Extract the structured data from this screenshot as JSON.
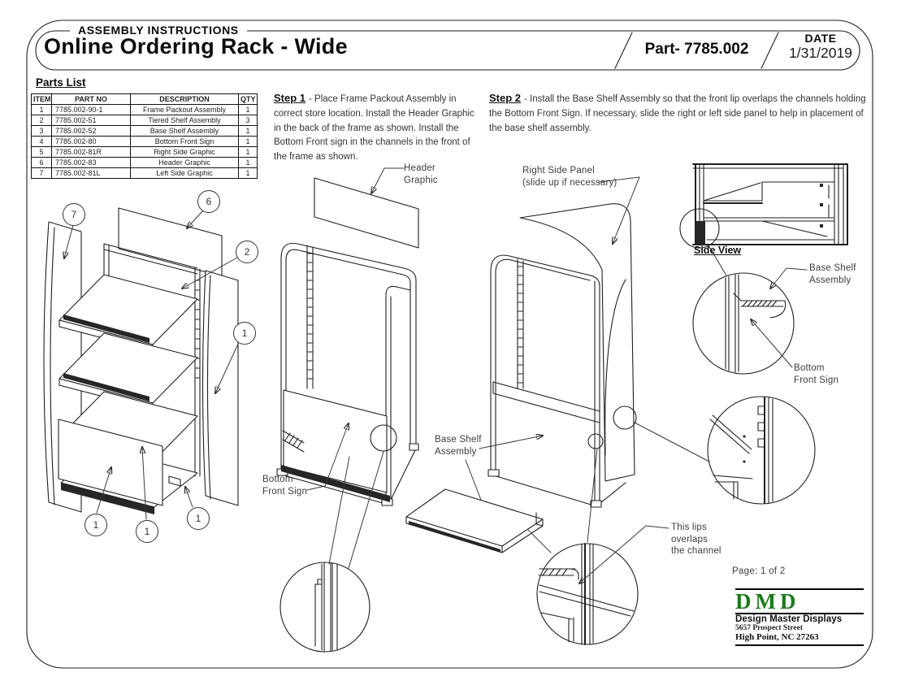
{
  "header": {
    "kicker": "ASSEMBLY INSTRUCTIONS",
    "title": "Online Ordering Rack - Wide",
    "part_label": "Part- 7785.002",
    "date_label": "DATE",
    "date_value": "1/31/2019"
  },
  "parts_list": {
    "title": "Parts List",
    "columns": [
      "ITEM",
      "PART NO",
      "DESCRIPTION",
      "QTY"
    ],
    "rows": [
      {
        "item": "1",
        "part_no": "7785.002-90-1",
        "description": "Frame Packout Assembly",
        "qty": "1"
      },
      {
        "item": "2",
        "part_no": "7785.002-51",
        "description": "Tiered Shelf Assembly",
        "qty": "3"
      },
      {
        "item": "3",
        "part_no": "7785.002-52",
        "description": "Base Shelf Assembly",
        "qty": "1"
      },
      {
        "item": "4",
        "part_no": "7785.002-80",
        "description": "Bottom Front Sign",
        "qty": "1"
      },
      {
        "item": "5",
        "part_no": "7785.002-81R",
        "description": "Right Side Graphic",
        "qty": "1"
      },
      {
        "item": "6",
        "part_no": "7785.002-83",
        "description": "Header Graphic",
        "qty": "1"
      },
      {
        "item": "7",
        "part_no": "7785.002-81L",
        "description": "Left Side Graphic",
        "qty": "1"
      }
    ]
  },
  "steps": [
    {
      "label": "Step 1",
      "text": "- Place Frame Packout Assembly in correct store location. Install the Header Graphic in the back of the frame as shown. Install the Bottom Front sign in the channels in the front of the frame as shown."
    },
    {
      "label": "Step 2",
      "text": "- Install the Base Shelf Assembly so that the front lip overlaps the channels holding the Bottom Front Sign. If necessary, slide the right or left side panel to help in placement of the base shelf assembly."
    }
  ],
  "callouts": [
    "7",
    "6",
    "2",
    "1",
    "1",
    "1",
    "1"
  ],
  "labels": {
    "header_graphic": "Header\nGraphic",
    "bottom_front_sign_mid": "Bottom\nFront Sign",
    "base_shelf_mid": "Base Shelf\nAssembly",
    "right_side_panel": "Right Side Panel\n(slide up if necessary)",
    "side_view": "Side View",
    "base_shelf_right": "Base Shelf\nAssembly",
    "bottom_front_sign_right": "Bottom\nFront Sign",
    "lips_note": "This lips\noverlaps\nthe channel"
  },
  "footer": {
    "page": "Page: 1 of 2",
    "logo_text": "DMD",
    "logo_color": "#1b7a1b",
    "company": "Design Master Displays",
    "address_line1": "5657 Prospect Street",
    "address_line2": "High Point, NC 27263"
  }
}
